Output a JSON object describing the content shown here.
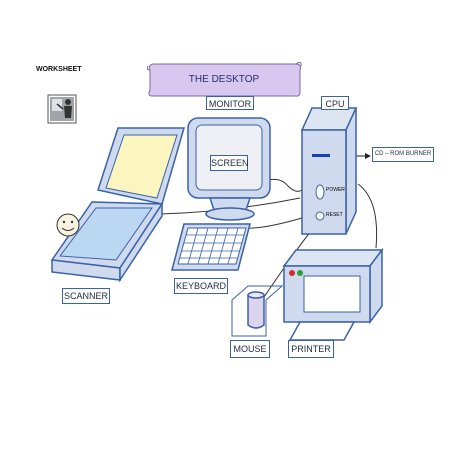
{
  "worksheet_label": "WORKSHEET",
  "title": "THE DESKTOP",
  "labels": {
    "monitor": "MONITOR",
    "cpu": "CPU",
    "screen": "SCREEN",
    "cd_rom": "CD – ROM BURNER",
    "power": "POWER",
    "reset": "RESET",
    "keyboard": "KEYBOARD",
    "scanner": "SCANNER",
    "mouse": "MOUSE",
    "printer": "PRINTER"
  },
  "colors": {
    "outline": "#3a62a8",
    "body_fill": "#cfdaee",
    "screen_fill": "#eef0f5",
    "scanner_glass": "#fbf5bf",
    "scanner_bed": "#bcd7f2",
    "title_banner": "#d8c8f0",
    "printer_red": "#d22a2a",
    "printer_green": "#2e9e3e",
    "cd_slot": "#1b3fb5"
  }
}
